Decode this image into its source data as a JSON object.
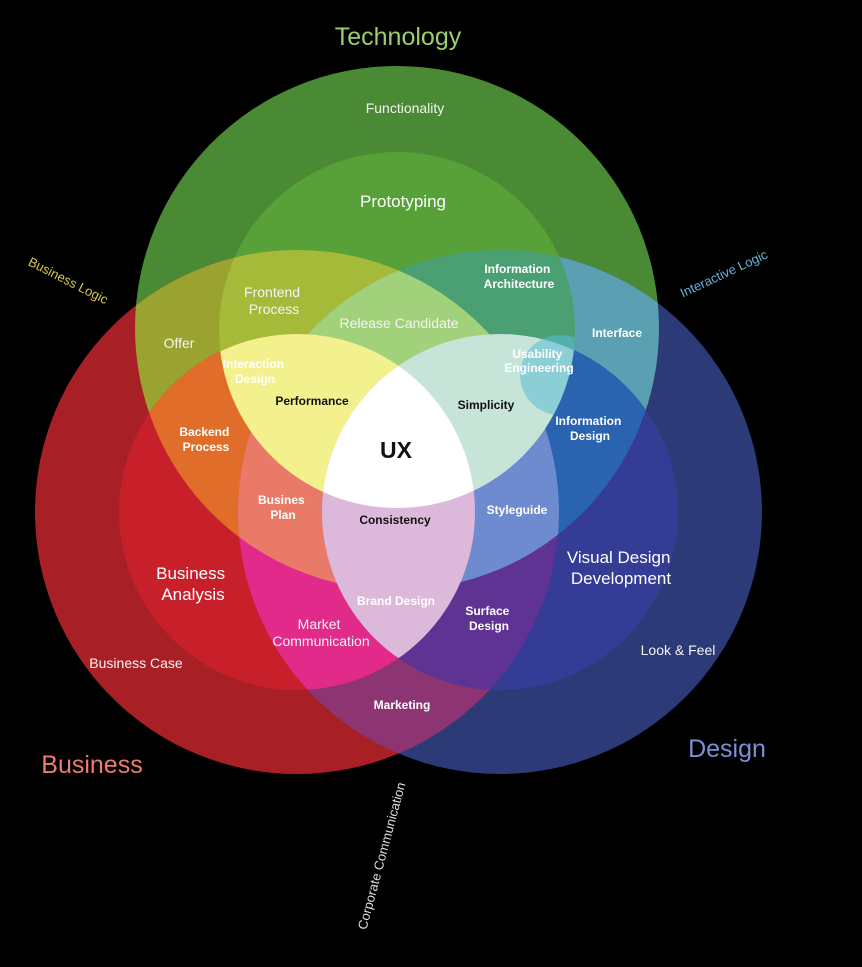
{
  "titles": {
    "technology": "Technology",
    "business": "Business",
    "design": "Design"
  },
  "side_labels": {
    "business_logic": "Business Logic",
    "interactive_logic": "Interactive Logic",
    "corporate_communication": "Corporate Communication"
  },
  "regions": {
    "functionality": "Functionality",
    "prototyping": "Prototyping",
    "frontend_process_1": "Frontend",
    "frontend_process_2": "Process",
    "information_architecture_1": "Information",
    "information_architecture_2": "Architecture",
    "release_candidate": "Release Candidate",
    "offer": "Offer",
    "interface": "Interface",
    "interaction_design_1": "Interaction",
    "interaction_design_2": "Design",
    "usability_engineering_1": "Usability",
    "usability_engineering_2": "Engineering",
    "performance": "Performance",
    "simplicity": "Simplicity",
    "backend_process_1": "Backend",
    "backend_process_2": "Process",
    "information_design_1": "Information",
    "information_design_2": "Design",
    "ux": "UX",
    "busines_plan_1": "Busines",
    "busines_plan_2": "Plan",
    "consistency": "Consistency",
    "styleguide": "Styleguide",
    "visual_design_1": "Visual Design",
    "visual_design_2": "Development",
    "business_analysis_1": "Business",
    "business_analysis_2": "Analysis",
    "brand_design": "Brand Design",
    "surface_design_1": "Surface",
    "surface_design_2": "Design",
    "market_communication_1": "Market",
    "market_communication_2": "Communication",
    "business_case": "Business Case",
    "look_feel": "Look & Feel",
    "marketing": "Marketing"
  },
  "colors": {
    "technology_outer": "#4a8a35",
    "technology_inner": "#58a138",
    "business_outer": "#b01e24",
    "business_inner": "#d42a2a",
    "design_outer": "#2d3b7a",
    "design_inner": "#3a3f9a",
    "title_technology": "#9bcf6b",
    "title_business": "#ef7b6a",
    "title_design": "#7d8fd6",
    "label_business_logic": "#d9c94a",
    "label_interactive_logic": "#66b3d9",
    "label_corporate": "#dddddd"
  }
}
